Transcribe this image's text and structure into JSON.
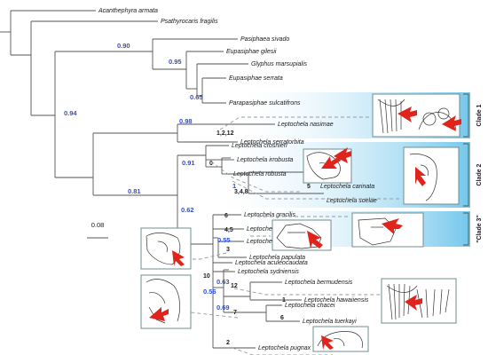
{
  "taxa": {
    "acanthephyra": "Acanthephyra armata",
    "psathyrocaris": "Psathyrocaris fragilis",
    "pasiphaea": "Pasiphaea sivado",
    "gilesii": "Eupasiphae gilesii",
    "glyphus": "Glyphus marsupialis",
    "serrata": "Eupasiphae serrata",
    "sulcatifrons": "Parapasiphae sulcatifrons",
    "nasimae": "Leptochela nasimae",
    "serratorbita": "Leptochela serratorbita",
    "crosnieri": "Leptochela crosnieri",
    "irrobusta": "Leptochela irrobusta",
    "robusta": "Leptochela robusta",
    "carinata": "Leptochela carinata",
    "soelae": "Leptochela soelae",
    "gracilis": "Leptochela gracilis",
    "elevata": "Leptochela elevata",
    "japonica": "Leptochela japonica",
    "papulata": "Leptochela papulata",
    "aculeocaudata": "Leptochela aculeocaudata",
    "sydniensis": "Leptochela sydniensis",
    "bermudensis": "Leptochela bermudensis",
    "hawaiiensis": "Leptochela hawaiiensis",
    "chacei": "Leptochela chacei",
    "tuerkayi": "Leptochela tuerkayi",
    "pugnax": "Leptochela pugnax"
  },
  "support": {
    "s090": "0.90",
    "s095": "0.95",
    "s065": "0.65",
    "s094": "0.94",
    "s098": "0.98",
    "s081": "0.81",
    "s091": "0.91",
    "s1": "1",
    "s062": "0.62",
    "s055": "0.55",
    "s056": "0.56",
    "s063": "0.63",
    "s069": "0.69"
  },
  "changes": {
    "c1212": "1,2,12",
    "c0": "0",
    "c348": "3,4,8",
    "c5": "5",
    "c6a": "6",
    "c45": "4,5",
    "c3": "3",
    "c10": "10",
    "c12": "12",
    "c1": "1",
    "c7": "7",
    "c6b": "6",
    "c2": "2"
  },
  "clades": {
    "clade1": "Clade 1",
    "clade2": "Clade 2",
    "clade3": "\"Clade 3\""
  },
  "scale_bar": "0.08",
  "colors": {
    "support": "#2f4fd1",
    "clade_band": "#5bbde9",
    "arrow": "#e0241c",
    "dashed": "#9a9a9a",
    "inset_border": "#6f8c8e"
  }
}
